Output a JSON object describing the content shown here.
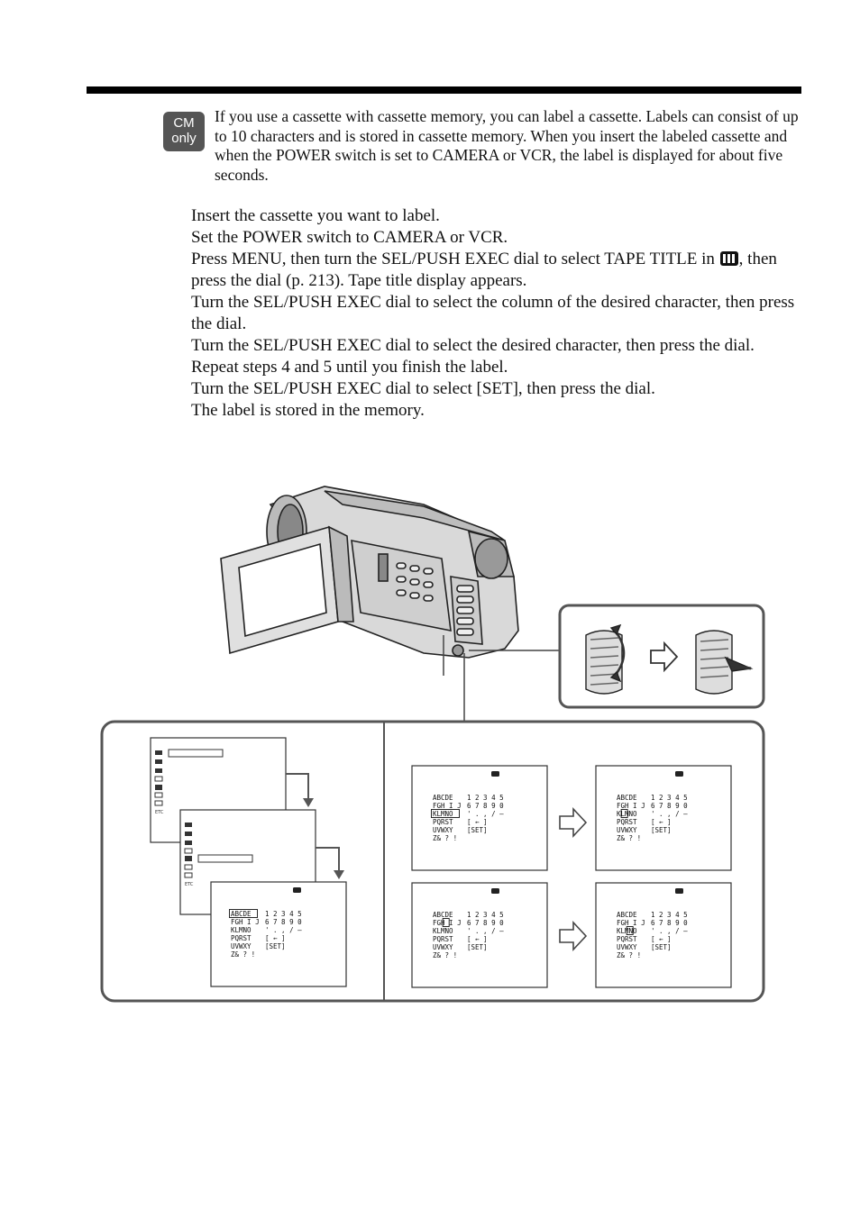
{
  "badge": {
    "line1": "CM",
    "line2": "only"
  },
  "intro": "If you use a cassette with cassette memory, you can label a cassette. Labels can consist of up to 10 characters and is stored in cassette memory. When you insert the labeled cassette and when the POWER switch is set to CAMERA or VCR, the label is displayed for about five seconds.",
  "steps": [
    "Insert the cassette you want to label.",
    "Set the POWER switch to CAMERA or VCR.",
    "Press MENU, then turn the SEL/PUSH EXEC dial to select TAPE TITLE in",
    ", then press the dial (p. 213). Tape title display appears.",
    "Turn the SEL/PUSH EXEC dial to select the column of the desired character, then press the dial.",
    "Turn the SEL/PUSH EXEC dial to select the desired character, then press the dial.",
    "Repeat steps 4 and 5 until you finish the label.",
    "Turn the SEL/PUSH EXEC dial to select [SET], then press the dial.",
    "The label is stored in the memory."
  ],
  "menu_screen": {
    "etc_label": "ETC",
    "char_rows": [
      [
        "ABCDE",
        "1 2 3 4 5"
      ],
      [
        "FGH I J",
        "6 7 8 9 0"
      ],
      [
        "KLMNO",
        "' . , / –"
      ],
      [
        "PQRST",
        "[  ←  ]"
      ],
      [
        "UVWXY",
        "[SET]"
      ],
      [
        "Z&  ? !",
        ""
      ]
    ]
  },
  "icons": [
    "cassette-memory-icon",
    "camcorder-illustration",
    "sel-push-exec-dial-icon",
    "right-arrow-icon"
  ]
}
